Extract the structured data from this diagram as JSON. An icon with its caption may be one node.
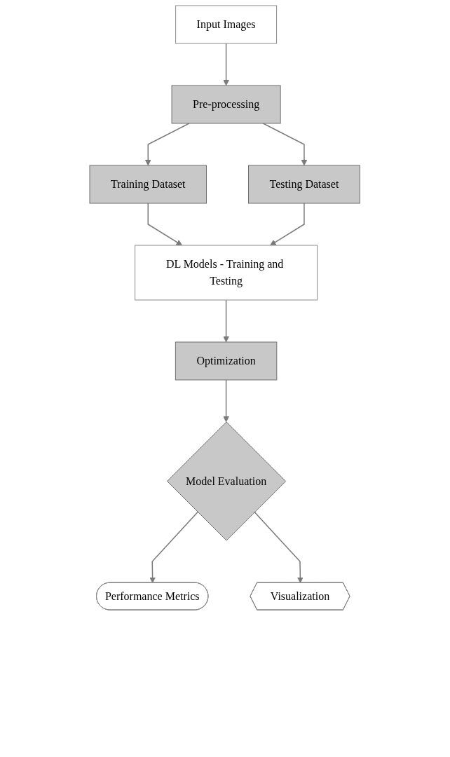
{
  "diagram": {
    "nodes": [
      {
        "text": [
          "Input Images"
        ]
      },
      {
        "text": [
          "Pre-processing"
        ]
      },
      {
        "text": [
          "Training Dataset"
        ]
      },
      {
        "text": [
          "Testing Dataset"
        ]
      },
      {
        "text": [
          "DL Models - Training and Testing"
        ]
      },
      {
        "text": [
          "Optimization"
        ]
      },
      {
        "text": [
          "Model Evaluation"
        ]
      },
      {
        "text": [
          "Performance Metrics"
        ]
      },
      {
        "text": [
          "Visualization"
        ]
      }
    ],
    "edges": [
      {
        "from": 0,
        "to": 1,
        "arrow": "to"
      },
      {
        "from": 1,
        "to": 2,
        "arrow": "to"
      },
      {
        "from": 1,
        "to": 3,
        "arrow": "to"
      },
      {
        "from": 2,
        "to": 4,
        "arrow": "to"
      },
      {
        "from": 3,
        "to": 4,
        "arrow": "to"
      },
      {
        "from": 4,
        "to": 5,
        "arrow": "to"
      },
      {
        "from": 5,
        "to": 6,
        "arrow": "to"
      },
      {
        "from": 6,
        "to": 7,
        "arrow": "to"
      },
      {
        "from": 6,
        "to": 8,
        "arrow": "to"
      }
    ]
  }
}
